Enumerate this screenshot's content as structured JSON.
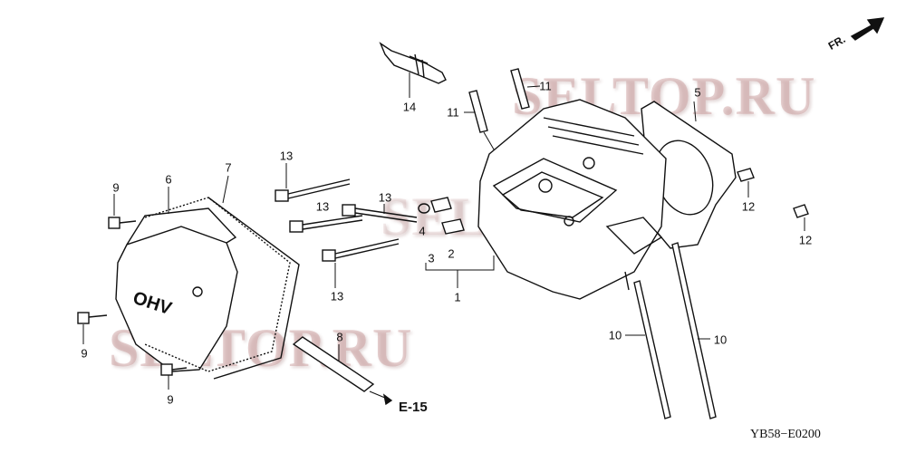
{
  "diagram": {
    "callouts": {
      "spark_plug": "14",
      "stud_upper": "11",
      "stud_left": "11",
      "gasket_head": "5",
      "bolt_a": "13",
      "bolt_b": "13",
      "bolt_c": "13",
      "bolt_d": "13",
      "bolt_cover_top": "9",
      "bolt_cover_left": "9",
      "bolt_cover_bottom": "9",
      "cover": "6",
      "cover_gasket": "7",
      "oring": "4",
      "dowel": "2",
      "group_3": "3",
      "head_assembly": "1",
      "pipe": "8",
      "dowel_right_a": "12",
      "dowel_right_b": "12",
      "stud_long_left": "10",
      "stud_long_right": "10"
    },
    "cover_marking": "OHV",
    "reference_link": "E-15",
    "direction_label": "FR.",
    "drawing_code": "YB58−E0200",
    "watermark": "SELTOP.RU"
  }
}
